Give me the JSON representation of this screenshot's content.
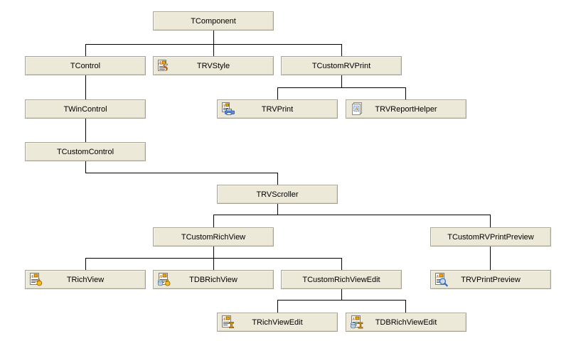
{
  "diagram": {
    "description": "Class hierarchy tree",
    "colors": {
      "background": "#ffffff",
      "box_fill": "#ece9d8",
      "box_border": "#a6a394",
      "line": "#000000",
      "text": "#000000",
      "icon_orange": "#f5a800",
      "icon_blue": "#2e6bc4"
    },
    "nodes": {
      "tcomponent": {
        "label": "TComponent"
      },
      "tcontrol": {
        "label": "TControl"
      },
      "trvstyle": {
        "label": "TRVStyle",
        "icon": "rvstyle-icon"
      },
      "tcustomrvprint": {
        "label": "TCustomRVPrint"
      },
      "twincontrol": {
        "label": "TWinControl"
      },
      "trvprint": {
        "label": "TRVPrint",
        "icon": "printer-icon"
      },
      "trvreporthelper": {
        "label": "TRVReportHelper",
        "icon": "report-page-icon"
      },
      "tcustomcontrol": {
        "label": "TCustomControl"
      },
      "trvscroller": {
        "label": "TRVScroller"
      },
      "tcustomrichview": {
        "label": "TCustomRichView"
      },
      "tcustomrvprintpreview": {
        "label": "TCustomRVPrintPreview"
      },
      "trichview": {
        "label": "TRichView",
        "icon": "richview-hand-icon"
      },
      "tdbrichview": {
        "label": "TDBRichView",
        "icon": "db-richview-icon"
      },
      "tcustomrichviewedit": {
        "label": "TCustomRichViewEdit"
      },
      "trvprintpreview": {
        "label": "TRVPrintPreview",
        "icon": "print-preview-icon"
      },
      "trichviewedit": {
        "label": "TRichViewEdit",
        "icon": "richviewedit-icon"
      },
      "tdbrichviewedit": {
        "label": "TDBRichViewEdit",
        "icon": "db-richviewedit-icon"
      }
    },
    "edges": [
      [
        "TComponent",
        "TControl"
      ],
      [
        "TComponent",
        "TRVStyle"
      ],
      [
        "TComponent",
        "TCustomRVPrint"
      ],
      [
        "TControl",
        "TWinControl"
      ],
      [
        "TWinControl",
        "TCustomControl"
      ],
      [
        "TCustomControl",
        "TRVScroller"
      ],
      [
        "TCustomRVPrint",
        "TRVPrint"
      ],
      [
        "TCustomRVPrint",
        "TRVReportHelper"
      ],
      [
        "TRVScroller",
        "TCustomRichView"
      ],
      [
        "TRVScroller",
        "TCustomRVPrintPreview"
      ],
      [
        "TCustomRichView",
        "TRichView"
      ],
      [
        "TCustomRichView",
        "TDBRichView"
      ],
      [
        "TCustomRichView",
        "TCustomRichViewEdit"
      ],
      [
        "TCustomRVPrintPreview",
        "TRVPrintPreview"
      ],
      [
        "TCustomRichViewEdit",
        "TRichViewEdit"
      ],
      [
        "TCustomRichViewEdit",
        "TDBRichViewEdit"
      ]
    ]
  }
}
